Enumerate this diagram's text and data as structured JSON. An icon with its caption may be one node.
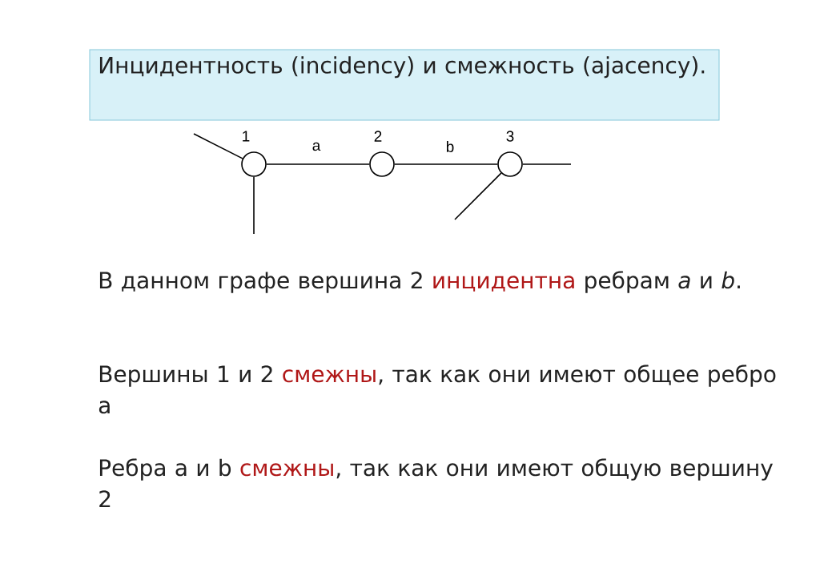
{
  "diagram": {
    "title": "Инцидентность (incidency) и смежность (ajacency).",
    "nodes": [
      {
        "text": [],
        "shape": "circle",
        "beside": [
          "1"
        ]
      },
      {
        "text": [],
        "shape": "circle",
        "beside": [
          "2"
        ]
      },
      {
        "text": [],
        "shape": "circle",
        "beside": [
          "3"
        ]
      }
    ],
    "edges": [
      {
        "from": null,
        "to": 0,
        "arrow": "none"
      },
      {
        "from": 0,
        "to": null,
        "arrow": "none"
      },
      {
        "from": 0,
        "to": 1,
        "arrow": "none",
        "label": "a"
      },
      {
        "from": 1,
        "to": 2,
        "arrow": "none",
        "label": "b"
      },
      {
        "from": 2,
        "to": null,
        "arrow": "none"
      },
      {
        "from": 2,
        "to": null,
        "arrow": "none"
      }
    ],
    "labels": [
      "В данном графе вершина 2",
      "инцидентна",
      "ребрам *a* и *b*.",
      "Вершины 1 и 2",
      "смежны",
      ", так как они имеют общее ребро a",
      "Ребра a и b",
      "смежны",
      ", так как они имеют общую вершину 2"
    ]
  }
}
